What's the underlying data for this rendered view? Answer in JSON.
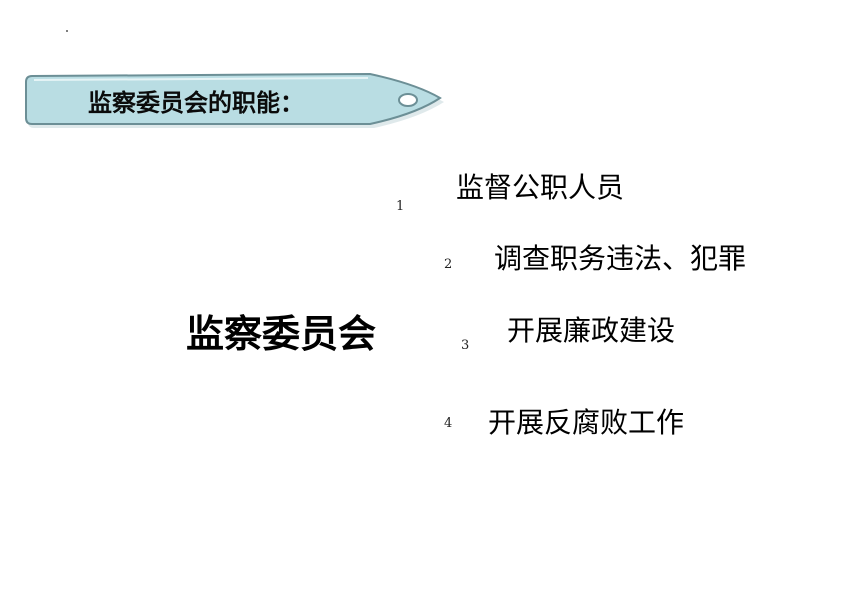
{
  "banner": {
    "title": "监察委员会的职能：",
    "colors": {
      "fill": "#b9dde3",
      "outline": "#6c8f96",
      "hole": "#ffffff"
    }
  },
  "center_title": "监察委员会",
  "functions": [
    {
      "number": "1",
      "text": "监督公职人员"
    },
    {
      "number": "2",
      "text": "调查职务违法、犯罪"
    },
    {
      "number": "3",
      "text": "开展廉政建设"
    },
    {
      "number": "4",
      "text": "开展反腐败工作"
    }
  ]
}
